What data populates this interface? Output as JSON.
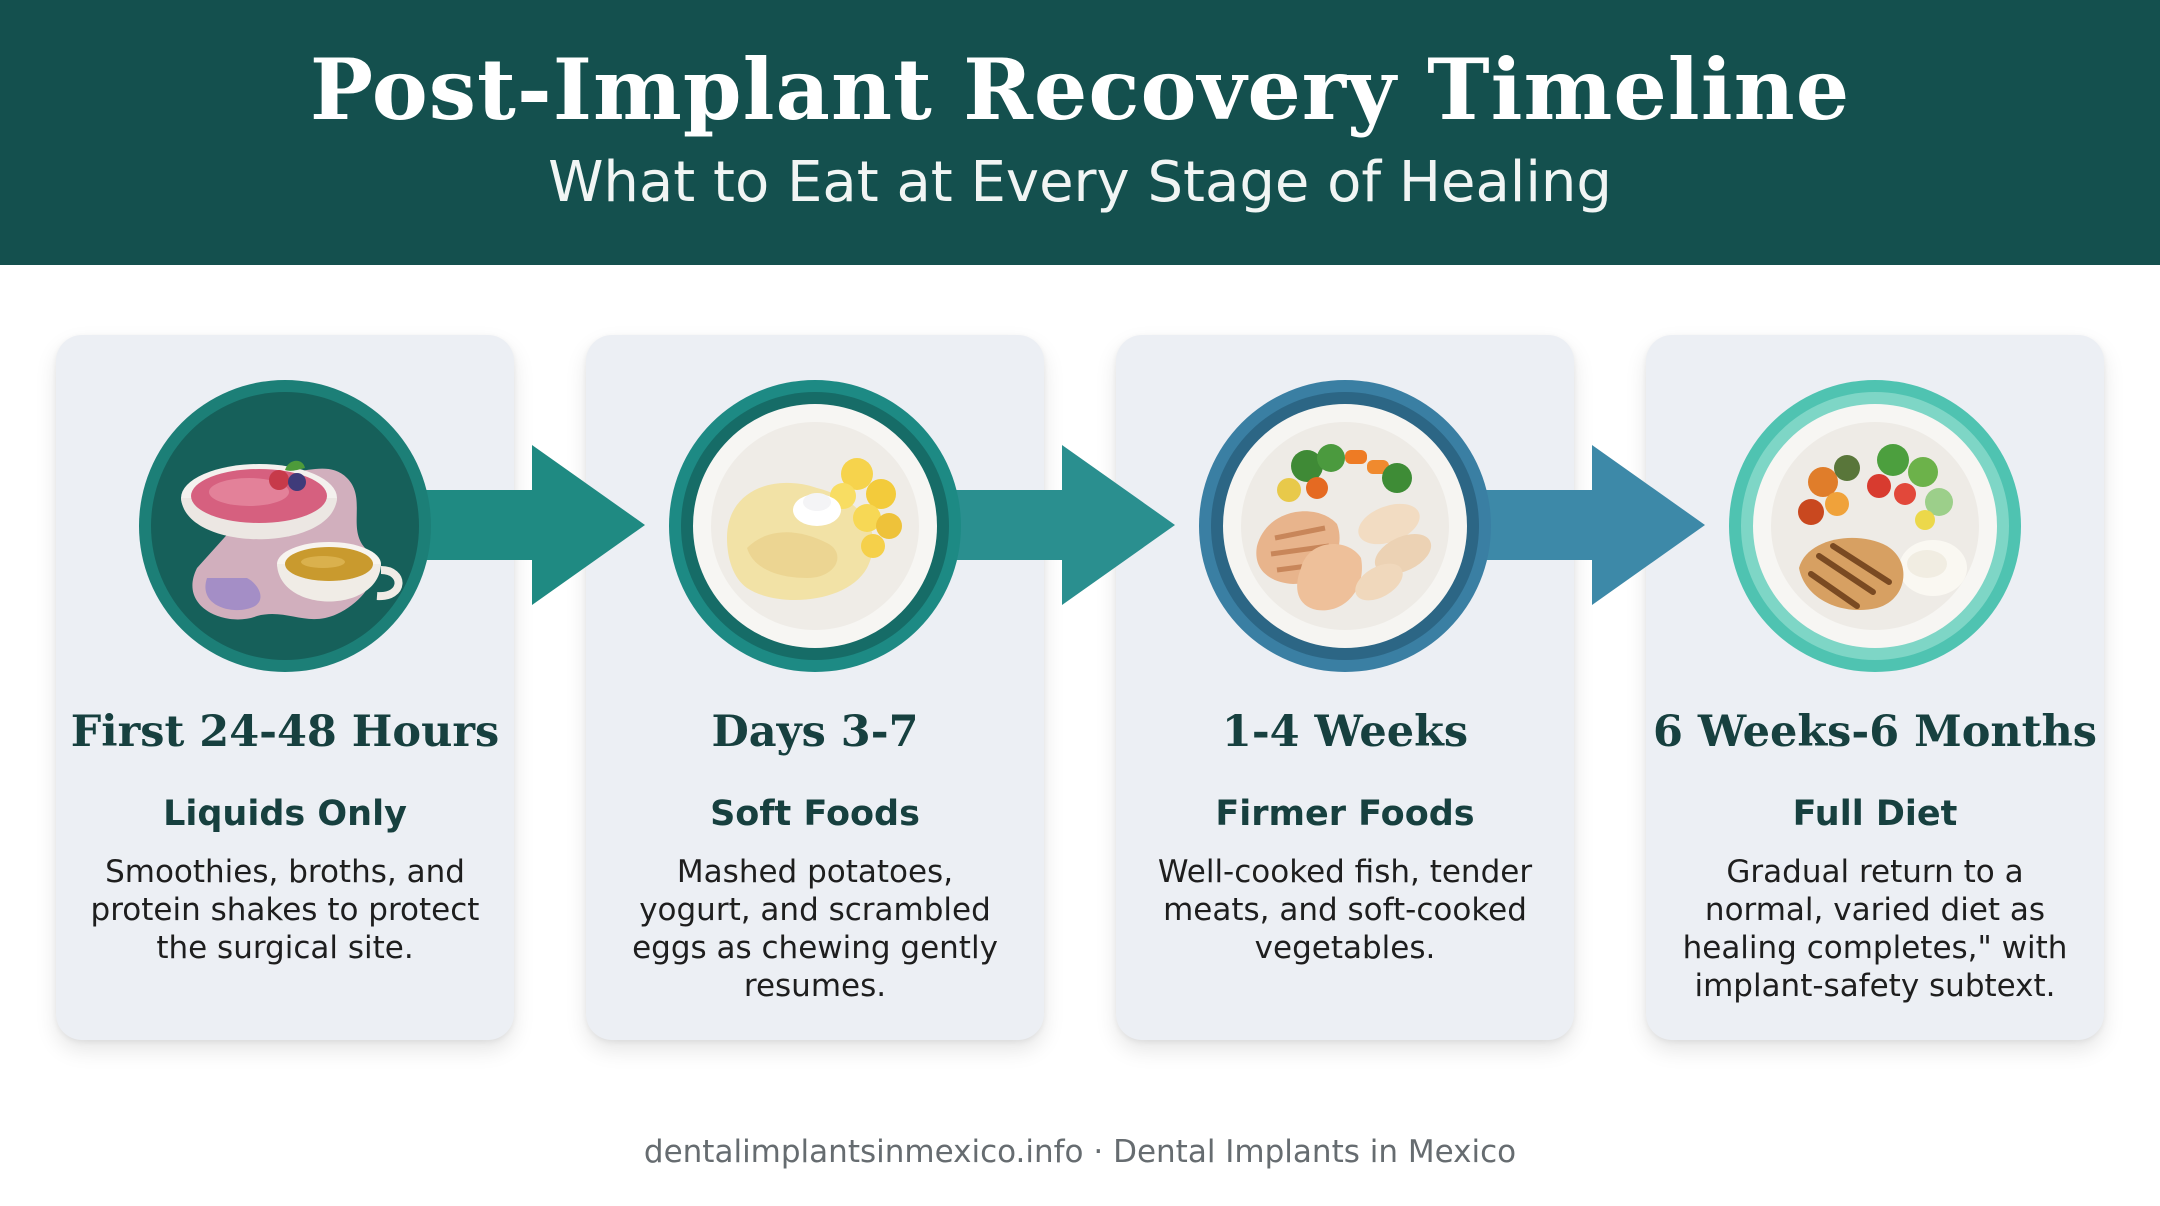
{
  "header": {
    "title": "Post-Implant Recovery Timeline",
    "subtitle": "What to Eat at Every Stage of Healing"
  },
  "stages": [
    {
      "period": "First 24-48 Hours",
      "diet": "Liquids Only",
      "description": "Smoothies, broths, and protein shakes to protect the surgical site.",
      "illustration": "smoothie-and-broth-icon",
      "ring_color": "#1c7f77"
    },
    {
      "period": "Days 3-7",
      "diet": "Soft Foods",
      "description": "Mashed potatoes, yogurt, and scrambled eggs as chewing gently resumes.",
      "illustration": "mashed-potato-plate-icon",
      "ring_color": "#1d8a84"
    },
    {
      "period": "1-4 Weeks",
      "diet": "Firmer Foods",
      "description": "Well-cooked fish, tender meats, and soft-cooked vegetables.",
      "illustration": "fish-and-vegetables-plate-icon",
      "ring_color": "#3a7fa3"
    },
    {
      "period": "6 Weeks-6 Months",
      "diet": "Full Diet",
      "description": "Gradual return to a normal, varied diet as healing completes,\" with implant-safety subtext.",
      "illustration": "grilled-chicken-salad-plate-icon",
      "ring_color": "#4fc3b1"
    }
  ],
  "footer": {
    "text": "dentalimplantsinmexico.info · Dental Implants in Mexico"
  },
  "colors": {
    "header_bg": "#14504e",
    "card_bg": "#eceff4",
    "heading_text": "#17403f",
    "arrow_1": "#1f8a82",
    "arrow_2": "#2a8f8f",
    "arrow_3": "#3d89a8"
  }
}
